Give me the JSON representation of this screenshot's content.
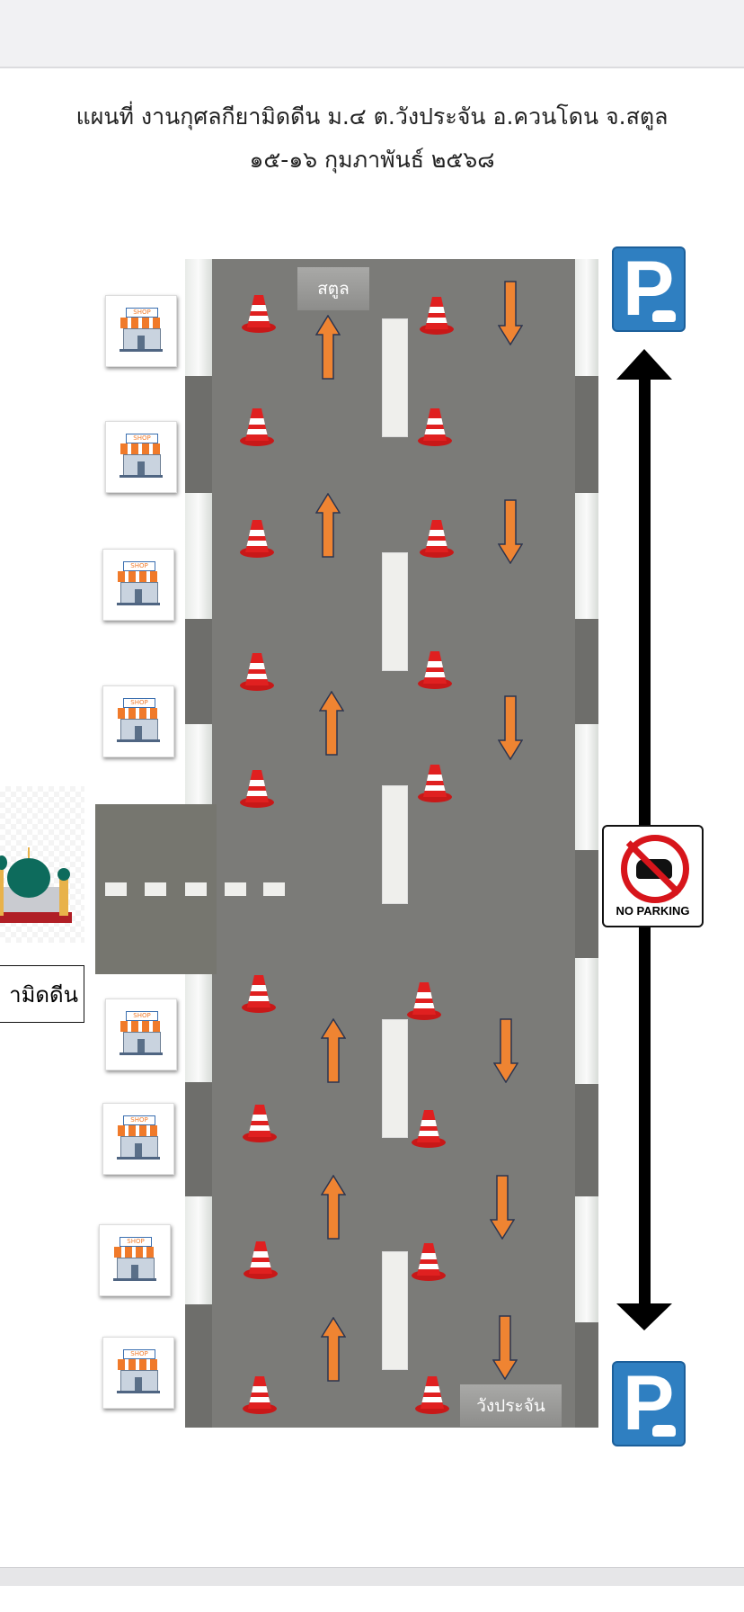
{
  "header": {
    "title_line1": "แผนที่ งานกุศลกียามิดดีน ม.๔ ต.วังประจัน อ.ควนโดน จ.สตูล",
    "title_line2": "๑๕-๑๖ กุมภาพันธ์  ๒๕๖๘"
  },
  "map": {
    "road_sign_top": "สตูล",
    "road_sign_bottom": "วังประจัน",
    "mosque_label": "ามิดดีน",
    "no_parking_text": "NO PARKING",
    "parking_letter": "P",
    "shop_label": "SHOP",
    "colors": {
      "arrow": "#ef8432",
      "cone": "#d81e1e",
      "parking": "#2f7fc1",
      "road": "#7b7b78"
    }
  }
}
